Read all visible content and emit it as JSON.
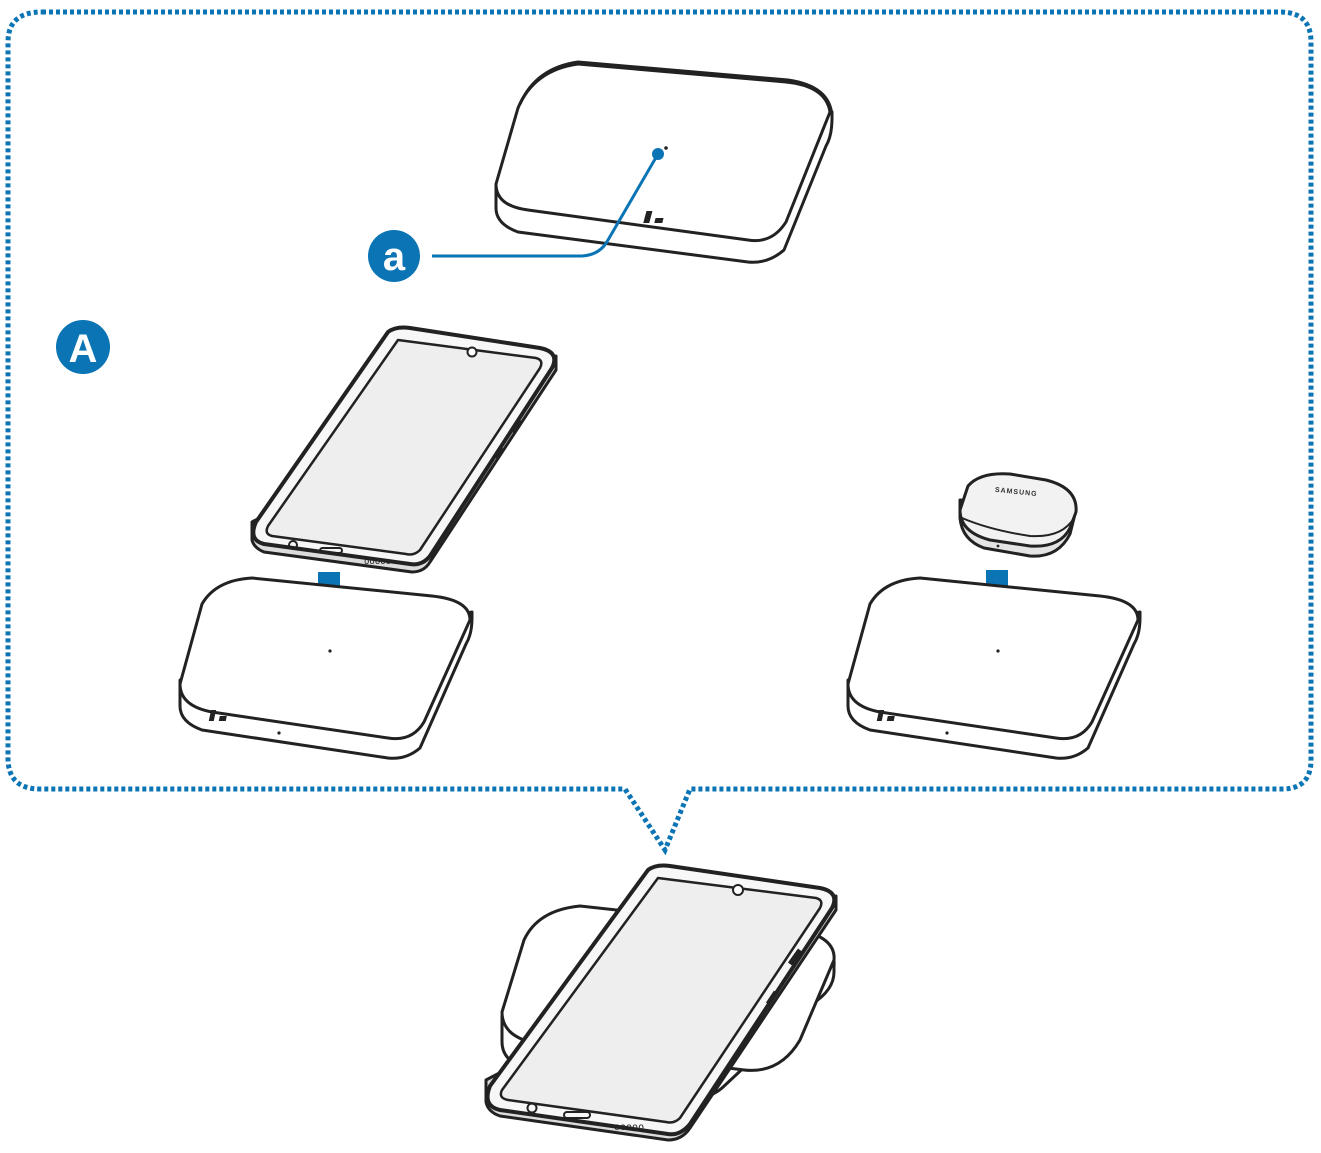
{
  "callouts": {
    "group_label": "A",
    "led_label": "a"
  },
  "earbuds_case": {
    "brand": "SAMSUNG"
  },
  "colors": {
    "accent": "#0a74b5",
    "outline": "#222222",
    "pad_fill": "#ffffff",
    "screen_fill": "#eeeeee",
    "bezel_fill": "#f7f7f7"
  },
  "icons": {
    "group_badge": "letter-badge-icon",
    "led_badge": "letter-badge-icon",
    "arrow_phone": "down-arrow-icon",
    "arrow_buds": "down-arrow-icon"
  }
}
